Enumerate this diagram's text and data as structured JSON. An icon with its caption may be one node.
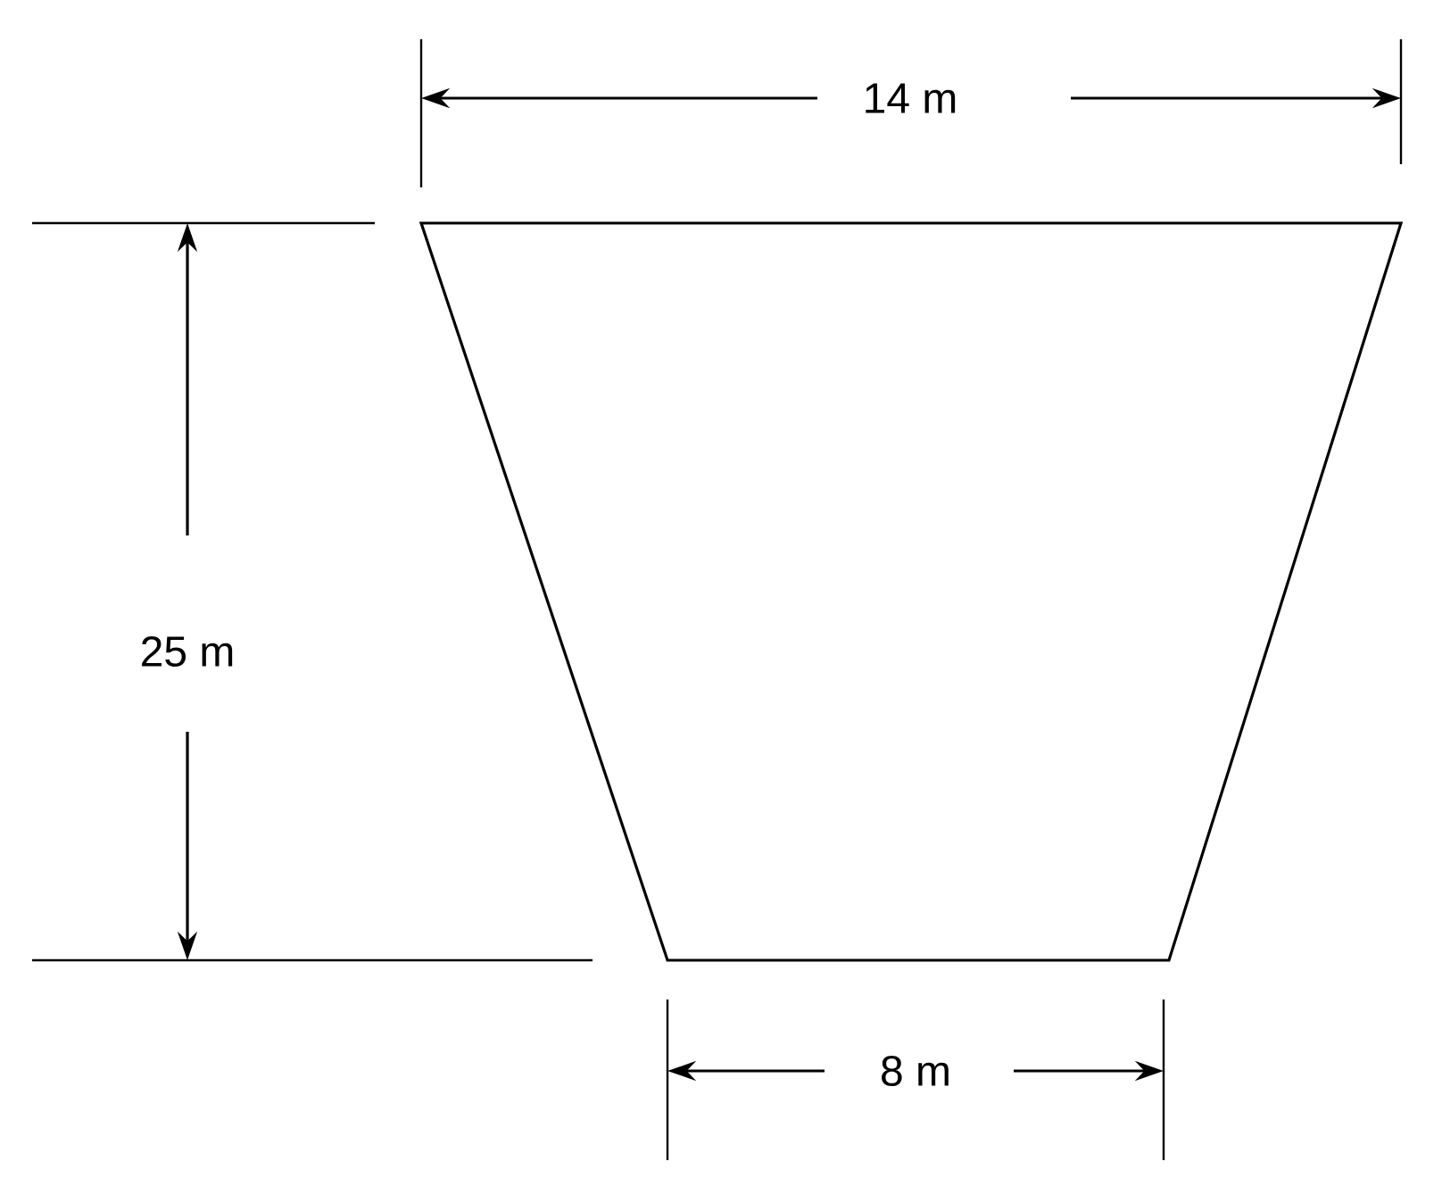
{
  "diagram": {
    "labels": [
      "14 m",
      "25 m",
      "8 m"
    ]
  }
}
